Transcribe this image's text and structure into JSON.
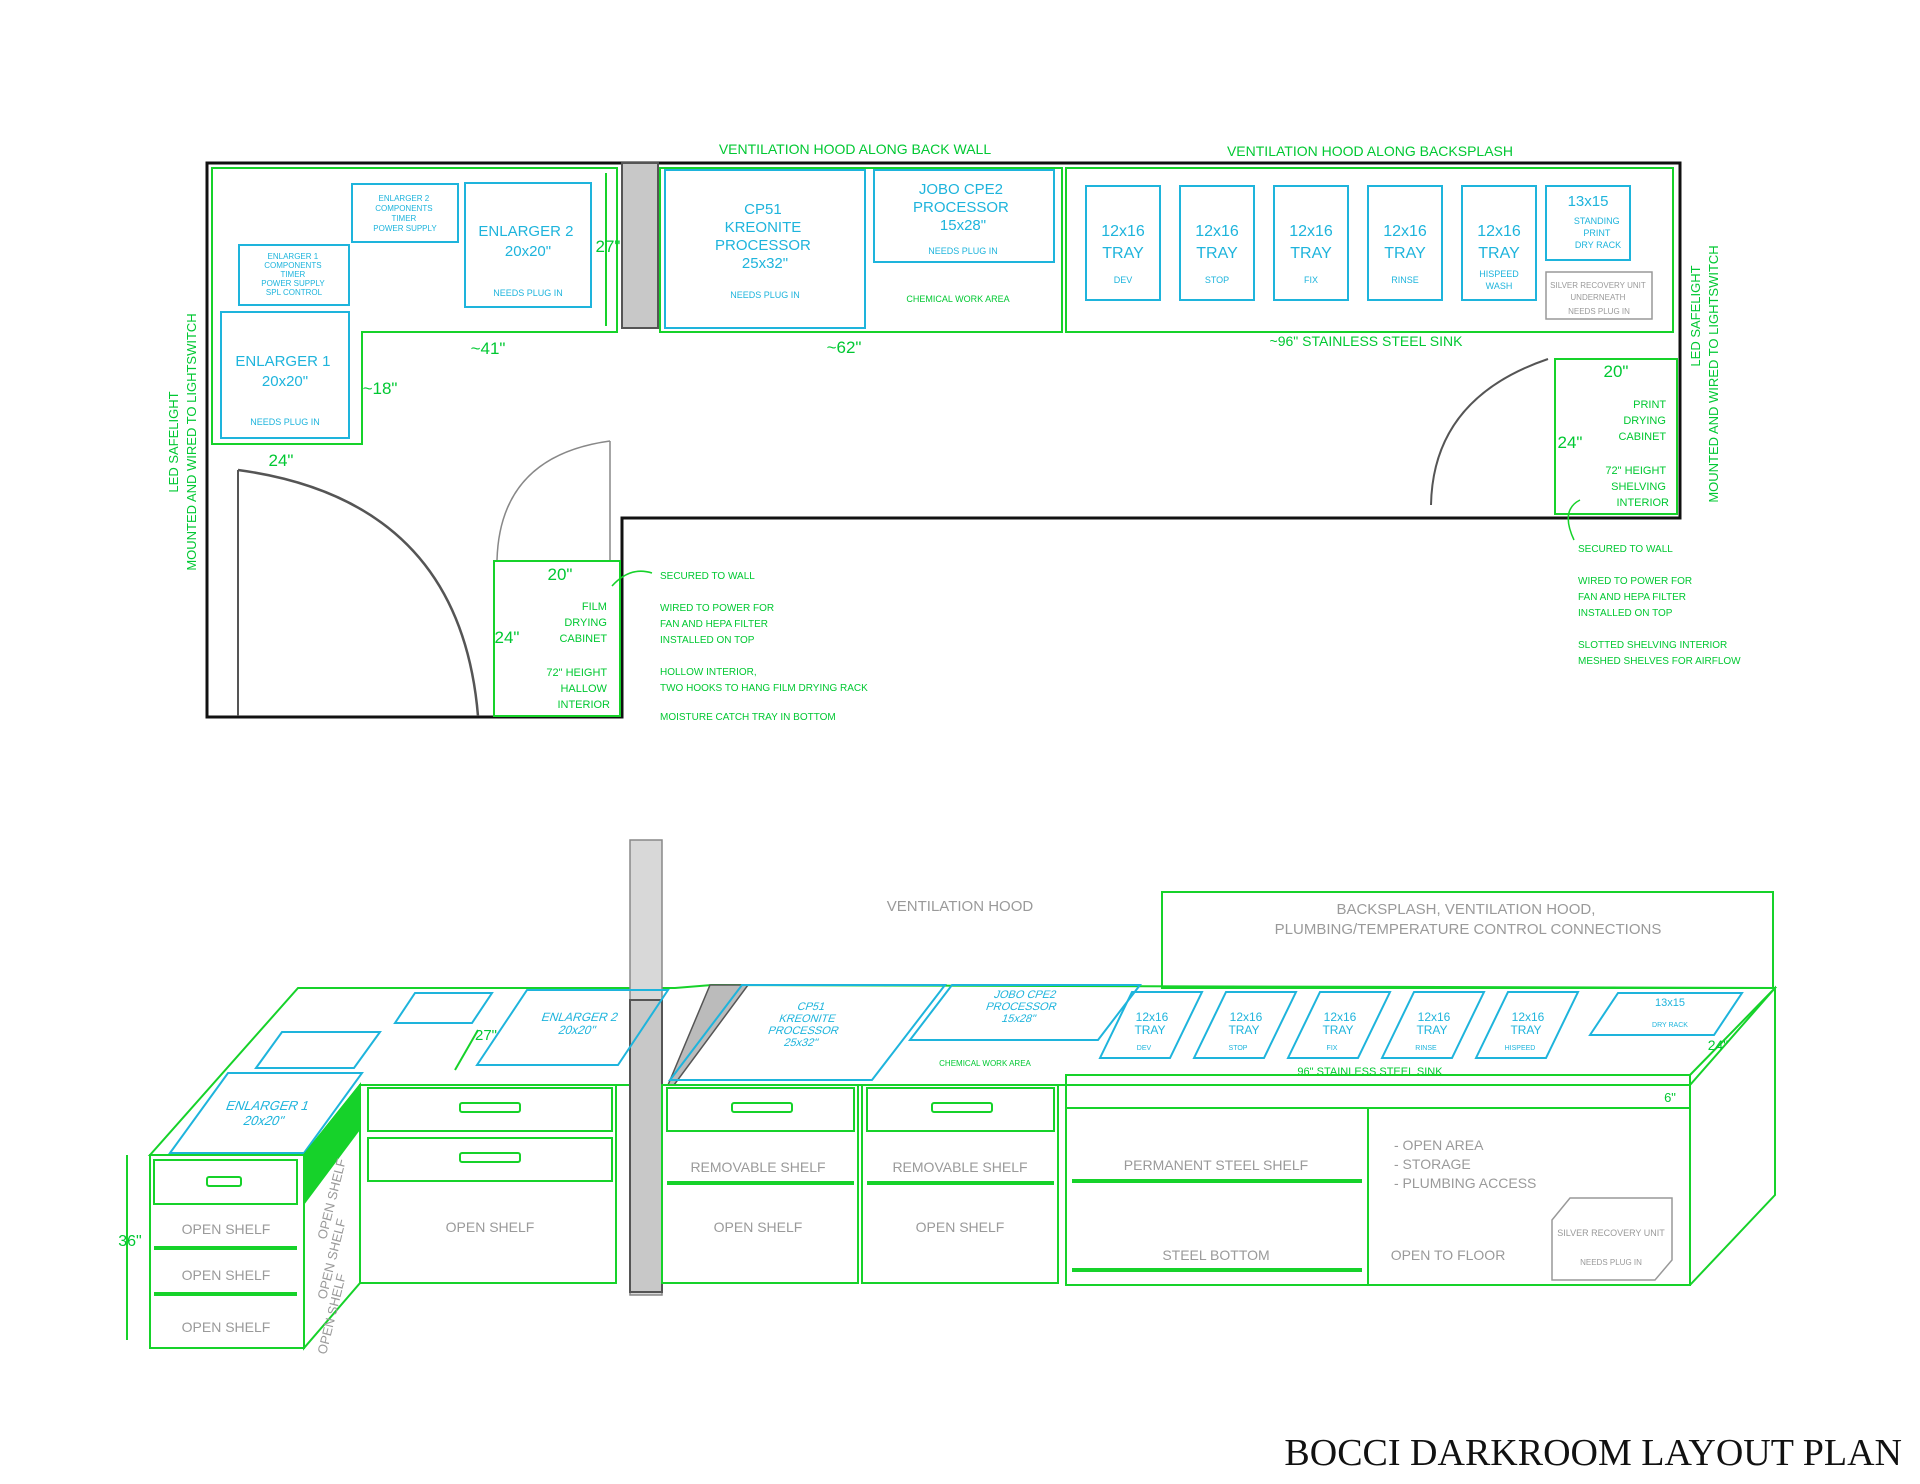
{
  "title": "BOCCI DARKROOM LAYOUT PLAN",
  "colors": {
    "green": "#16d22a",
    "cyan": "#1eb4dc",
    "grey": "#9a9a9a",
    "wall": "#111111"
  },
  "plan": {
    "hood_back_wall": "VENTILATION HOOD ALONG BACK WALL",
    "hood_backsplash": "VENTILATION HOOD ALONG BACKSPLASH",
    "safelight_left_1": "LED SAFELIGHT",
    "safelight_left_2": "MOUNTED AND WIRED TO LIGHTSWITCH",
    "safelight_right_1": "LED SAFELIGHT",
    "safelight_right_2": "MOUNTED AND WIRED TO LIGHTSWITCH",
    "enl2_comp": [
      "ENLARGER 2",
      "COMPONENTS",
      "TIMER",
      "POWER SUPPLY"
    ],
    "enl1_comp": [
      "ENLARGER 1",
      "COMPONENTS",
      "TIMER",
      "POWER SUPPLY",
      "SPL CONTROL"
    ],
    "enlarger2": [
      "ENLARGER 2",
      "20x20\""
    ],
    "enlarger1": [
      "ENLARGER 1",
      "20x20\""
    ],
    "needs_plug": "NEEDS PLUG IN",
    "dim_27": "27\"",
    "dim_41": "~41\"",
    "dim_18": "~18\"",
    "dim_24_left": "24\"",
    "dim_62": "~62\"",
    "dim_96": "~96\" STAINLESS STEEL SINK",
    "cp51": [
      "CP51",
      "KREONITE",
      "PROCESSOR",
      "25x32\""
    ],
    "jobo": [
      "JOBO CPE2",
      "PROCESSOR",
      "15x28\""
    ],
    "chem_area": "CHEMICAL WORK AREA",
    "trays": [
      {
        "size": "12x16",
        "kind": "TRAY",
        "label": "DEV"
      },
      {
        "size": "12x16",
        "kind": "TRAY",
        "label": "STOP"
      },
      {
        "size": "12x16",
        "kind": "TRAY",
        "label": "FIX"
      },
      {
        "size": "12x16",
        "kind": "TRAY",
        "label": "RINSE"
      },
      {
        "size": "12x16",
        "kind": "TRAY",
        "label": "HISPEED WASH"
      }
    ],
    "rack": [
      "13x15",
      "STANDING",
      "PRINT",
      "DRY RACK"
    ],
    "silver": [
      "SILVER RECOVERY UNIT",
      "UNDERNEATH",
      "NEEDS PLUG IN"
    ],
    "film_cab": {
      "w": "20\"",
      "d": "24\"",
      "lines": [
        "FILM",
        "DRYING",
        "CABINET",
        "72\" HEIGHT",
        "HALLOW",
        "INTERIOR"
      ],
      "notes": [
        "SECURED TO WALL",
        "WIRED TO POWER FOR",
        "FAN AND HEPA FILTER",
        "INSTALLED ON TOP",
        "HOLLOW INTERIOR,",
        "TWO HOOKS TO HANG FILM DRYING RACK",
        "MOISTURE CATCH TRAY IN BOTTOM"
      ]
    },
    "print_cab": {
      "w": "20\"",
      "d": "24\"",
      "lines": [
        "PRINT",
        "DRYING",
        "CABINET",
        "72\" HEIGHT",
        "SHELVING",
        "INTERIOR"
      ],
      "notes": [
        "SECURED TO WALL",
        "WIRED TO POWER FOR",
        "FAN AND HEPA FILTER",
        "INSTALLED ON TOP",
        "SLOTTED SHELVING INTERIOR",
        "MESHED SHELVES FOR AIRFLOW"
      ]
    }
  },
  "elevation": {
    "hood": "VENTILATION HOOD",
    "backsplash": [
      "BACKSPLASH, VENTILATION HOOD,",
      "PLUMBING/TEMPERATURE CONTROL  CONNECTIONS"
    ],
    "open_shelf": "OPEN SHELF",
    "removable_shelf": "REMOVABLE SHELF",
    "perm_shelf": "PERMANENT STEEL SHELF",
    "steel_bottom": "STEEL BOTTOM",
    "open_area": [
      "- OPEN AREA",
      "- STORAGE",
      "- PLUMBING ACCESS"
    ],
    "open_floor": "OPEN TO FLOOR",
    "dim_36": "36\"",
    "dim_27": "27\"",
    "dim_24": "24\"",
    "dim_6": "6\"",
    "sink": "96\" STAINLESS STEEL SINK",
    "silver": [
      "SILVER RECOVERY UNIT",
      "NEEDS PLUG IN"
    ]
  }
}
